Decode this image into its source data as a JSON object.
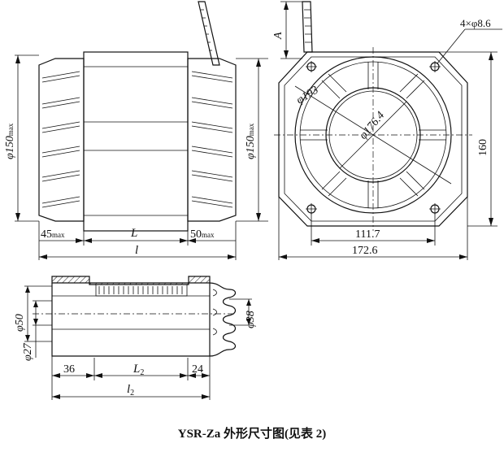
{
  "caption": "YSR-Za 外形尺寸图(见表 2)",
  "side_view": {
    "dia_left": "φ150",
    "dia_left_sub": "max",
    "dia_right": "φ150",
    "dia_right_sub": "max",
    "dim_45": "45",
    "dim_45_sub": "max",
    "dim_L": "L",
    "dim_50": "50",
    "dim_50_sub": "max",
    "dim_l": "l"
  },
  "front_view": {
    "dim_A": "A",
    "holes": "4×φ8.6",
    "dia_193": "φ193",
    "dia_176": "φ176.4",
    "dim_160": "160",
    "dim_111": "111.7",
    "dim_172": "172.6"
  },
  "section_view": {
    "dia_50": "φ50",
    "dia_27": "φ27",
    "dia_38": "φ38",
    "dim_36": "36",
    "dim_L2": "L",
    "dim_L2_sub": "2",
    "dim_24": "24",
    "dim_l2": "l",
    "dim_l2_sub": "2"
  }
}
